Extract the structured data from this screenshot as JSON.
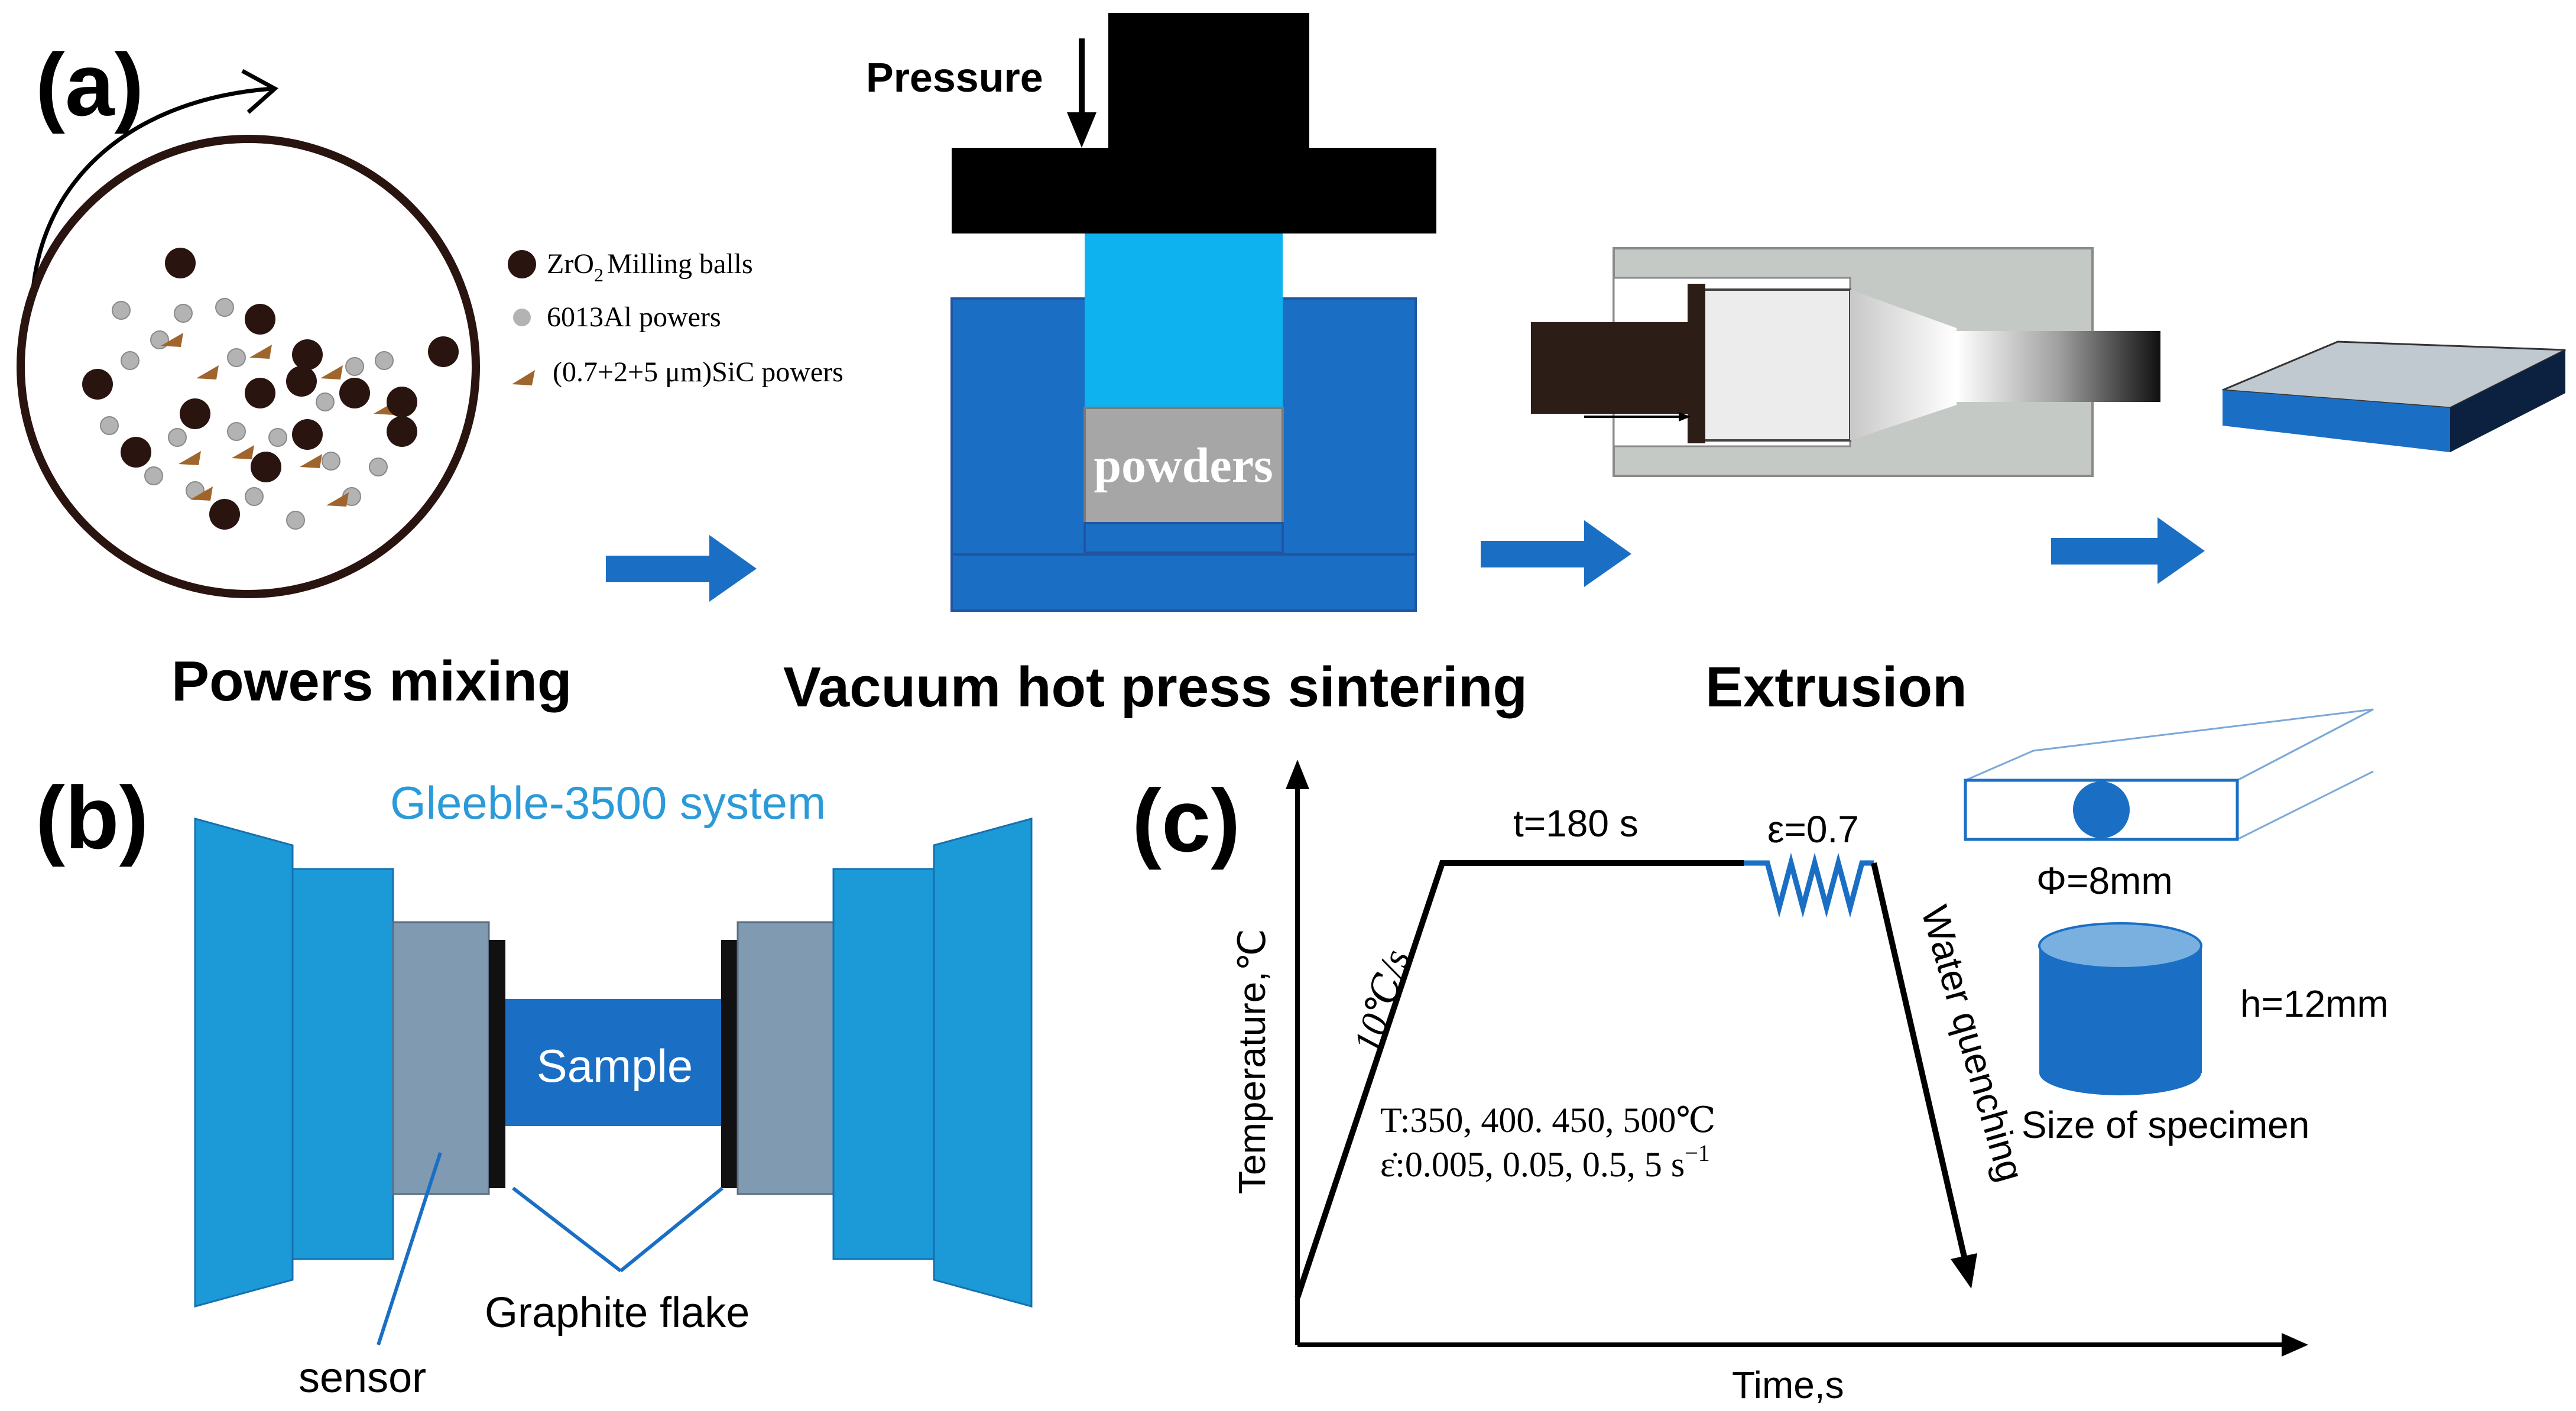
{
  "panel_a": {
    "label": "(a)",
    "pressure_label": "Pressure",
    "powders_label": "powders",
    "legend": {
      "balls_prefix": "ZrO",
      "balls_sub": "2",
      "balls_suffix": "Milling balls",
      "al": "6013Al powers",
      "sic": "(0.7+2+5 μm)SiC powers"
    },
    "step_mixing": "Powers mixing",
    "step_sintering": "Vacuum hot press sintering",
    "step_extrusion": "Extrusion"
  },
  "panel_b": {
    "label": "(b)",
    "system_title": "Gleeble-3500 system",
    "sample_label": "Sample",
    "graphite_label": "Graphite flake",
    "sensor_label": "sensor"
  },
  "panel_c": {
    "label": "(c)",
    "hold_time": "t=180 s",
    "strain": "ε=0.7",
    "heating_rate": "10℃/s",
    "quench": "Water quenching",
    "temp_list": "T:350, 400. 450, 500℃",
    "rate_prefix": "ε̇:0.005, 0.05, 0.5, 5 s",
    "rate_sup": "−1",
    "ylabel": "Temperature,℃",
    "xlabel": "Time,s",
    "diameter": "Φ=8mm",
    "height": "h=12mm",
    "specimen": "Size of specimen"
  },
  "colors": {
    "blue_dark": "#1a6fc4",
    "blue_light": "#1c9ad8",
    "cyan": "#0eb2ee",
    "gray_sensor": "#7f9ab1",
    "gray_powder": "#a6a6a6",
    "brown": "#a0652c",
    "ball_dark": "#2a1410",
    "text_blue": "#2b9ad8",
    "black": "#000000"
  },
  "icons": [
    "rotation-arrow-icon",
    "flow-arrow-icon",
    "pressure-arrow-icon"
  ]
}
